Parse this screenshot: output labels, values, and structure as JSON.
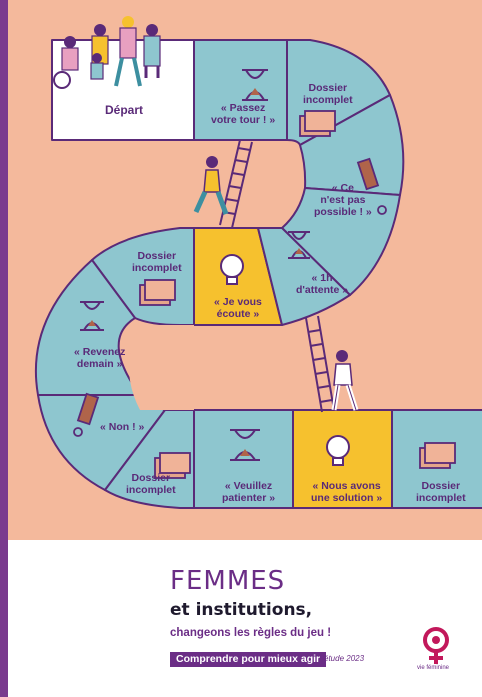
{
  "board": {
    "start": "Départ",
    "cells": [
      {
        "id": "passez",
        "lines": [
          "« Passez",
          "votre tour ! »"
        ],
        "icon": "hourglass-icon"
      },
      {
        "id": "dossier1",
        "lines": [
          "Dossier",
          "incomplet"
        ],
        "icon": "folder-icon"
      },
      {
        "id": "possible",
        "lines": [
          "« Ce",
          "n'est pas",
          "possible ! »"
        ],
        "icon": "stamp-icon"
      },
      {
        "id": "attente",
        "lines": [
          "« 1h",
          "d'attente »"
        ],
        "icon": "hourglass-icon"
      },
      {
        "id": "ecoute",
        "lines": [
          "« Je vous",
          "écoute »"
        ],
        "icon": "lightbulb-icon"
      },
      {
        "id": "dossier2",
        "lines": [
          "Dossier",
          "incomplet"
        ],
        "icon": "folder-icon"
      },
      {
        "id": "demain",
        "lines": [
          "« Revenez",
          "demain »"
        ],
        "icon": "hourglass-icon"
      },
      {
        "id": "non",
        "lines": [
          "« Non ! »"
        ],
        "icon": "stamp-icon"
      },
      {
        "id": "dossier3",
        "lines": [
          "Dossier",
          "incomplet"
        ],
        "icon": "folder-icon"
      },
      {
        "id": "patientez",
        "lines": [
          "« Veuillez",
          "patienter »"
        ],
        "icon": "hourglass-icon"
      },
      {
        "id": "solution",
        "lines": [
          "« Nous avons",
          "une solution »"
        ],
        "icon": "lightbulb-icon"
      },
      {
        "id": "dossier4",
        "lines": [
          "Dossier",
          "incomplet"
        ],
        "icon": "folder-icon"
      }
    ]
  },
  "colors": {
    "background": "#f4b99c",
    "cell_blue": "#8ec6cf",
    "cell_yellow": "#f6c12e",
    "outline": "#5a2a78",
    "brand": "#6b2d86"
  },
  "footer": {
    "title": "FEMMES",
    "subtitle": "et institutions,",
    "tagline": "changeons les règles du jeu !",
    "banner": "Comprendre pour mieux agir",
    "study": "étude 2023",
    "logo_text": "vie féminine"
  }
}
